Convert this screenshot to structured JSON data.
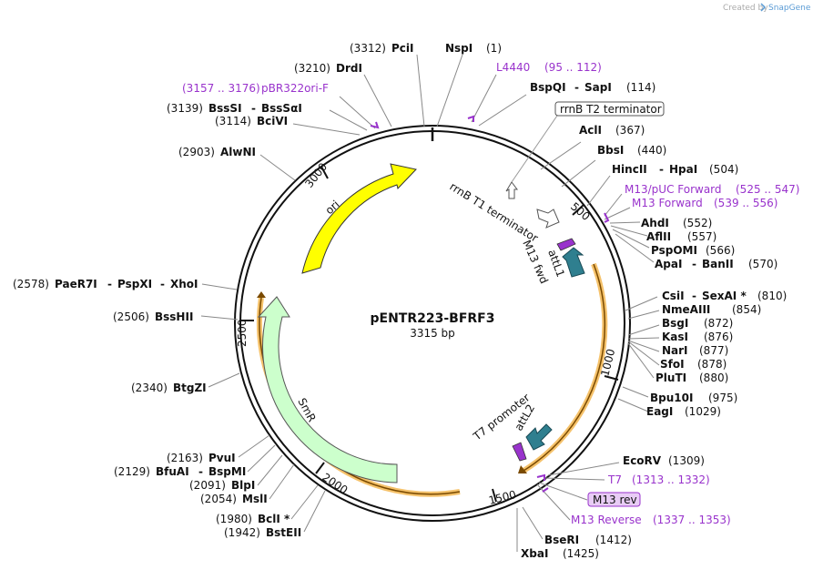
{
  "watermark": {
    "prefix": "Created by",
    "brand": "SnapGene"
  },
  "plasmid": {
    "name": "pENTR223-BFRF3",
    "size": "3315 bp"
  },
  "ticks": [
    "500",
    "1000",
    "1500",
    "2000",
    "2500",
    "3000"
  ],
  "features": {
    "ori": "ori",
    "smr": "SmR",
    "rrnb_t1": "rrnB T1 terminator",
    "rrnb_t2": "rrnB T2 terminator",
    "m13_fwd": "M13 fwd",
    "attl1": "attL1",
    "t7_promoter": "T7 promoter",
    "attl2": "attL2",
    "m13_rev_box": "M13 rev"
  },
  "sites": {
    "pcii": {
      "pos": "(3312)",
      "name": "PciI"
    },
    "nspi": {
      "name": "NspI",
      "pos": "(1)"
    },
    "l4440": {
      "name": "L4440",
      "range": "(95 .. 112)"
    },
    "bspqi": {
      "name": "BspQI",
      "sep": "-",
      "name2": "SapI",
      "pos": "(114)"
    },
    "drdi": {
      "pos": "(3210)",
      "name": "DrdI"
    },
    "pbr322ori": {
      "range": "(3157 .. 3176)",
      "name": "pBR322ori-F"
    },
    "bsssi": {
      "pos": "(3139)",
      "name": "BssSI",
      "sep": "-",
      "name2": "BssSαI"
    },
    "bcivi": {
      "pos": "(3114)",
      "name": "BciVI"
    },
    "alwni": {
      "pos": "(2903)",
      "name": "AlwNI"
    },
    "acli": {
      "name": "AclI",
      "pos": "(367)"
    },
    "bbsi": {
      "name": "BbsI",
      "pos": "(440)"
    },
    "hincii": {
      "name": "HincII",
      "sep": "-",
      "name2": "HpaI",
      "pos": "(504)"
    },
    "m13puc": {
      "name": "M13/pUC Forward",
      "range": "(525 .. 547)"
    },
    "m13fwd": {
      "name": "M13 Forward",
      "range": "(539 .. 556)"
    },
    "ahdi": {
      "name": "AhdI",
      "pos": "(552)"
    },
    "aflii": {
      "name": "AflII",
      "pos": "(557)"
    },
    "pspomi": {
      "name": "PspOMI",
      "pos": "(566)"
    },
    "apai": {
      "name": "ApaI",
      "sep": "-",
      "name2": "BanII",
      "pos": "(570)"
    },
    "paer7i": {
      "pos": "(2578)",
      "name": "PaeR7I",
      "sep1": "-",
      "name2": "PspXI",
      "sep2": "-",
      "name3": "XhoI"
    },
    "csii": {
      "name": "CsiI",
      "sep": "-",
      "name2": "SexAI *",
      "pos": "(810)"
    },
    "nmeaiii": {
      "name": "NmeAIII",
      "pos": "(854)"
    },
    "bsshii": {
      "pos": "(2506)",
      "name": "BssHII"
    },
    "bsgi": {
      "name": "BsgI",
      "pos": "(872)"
    },
    "kasi": {
      "name": "KasI",
      "pos": "(876)"
    },
    "nari": {
      "name": "NarI",
      "pos": "(877)"
    },
    "sfoi": {
      "name": "SfoI",
      "pos": "(878)"
    },
    "pluti": {
      "name": "PluTI",
      "pos": "(880)"
    },
    "btgzi": {
      "pos": "(2340)",
      "name": "BtgZI"
    },
    "bpu10i": {
      "name": "Bpu10I",
      "pos": "(975)"
    },
    "eagi": {
      "name": "EagI",
      "pos": "(1029)"
    },
    "pvui": {
      "pos": "(2163)",
      "name": "PvuI"
    },
    "bfuai": {
      "pos": "(2129)",
      "name": "BfuAI",
      "sep": "-",
      "name2": "BspMI"
    },
    "blpi": {
      "pos": "(2091)",
      "name": "BlpI"
    },
    "msli": {
      "pos": "(2054)",
      "name": "MslI"
    },
    "bcli": {
      "pos": "(1980)",
      "name": "BclI *"
    },
    "bsteii": {
      "pos": "(1942)",
      "name": "BstEII"
    },
    "ecorv": {
      "name": "EcoRV",
      "pos": "(1309)"
    },
    "t7": {
      "name": "T7",
      "range": "(1313 .. 1332)"
    },
    "m13rev": {
      "name": "M13 Reverse",
      "range": "(1337 .. 1353)"
    },
    "bseri": {
      "name": "BseRI",
      "pos": "(1412)"
    },
    "xbai": {
      "name": "XbaI",
      "pos": "(1425)"
    }
  },
  "colors": {
    "backbone": "#111111",
    "ori": "#ffff00",
    "smr": "#ccffcc",
    "att": "#2f7f8f",
    "orange_band": "#f5c26b",
    "primer": "#9933cc",
    "terminator": "#ffffff"
  }
}
